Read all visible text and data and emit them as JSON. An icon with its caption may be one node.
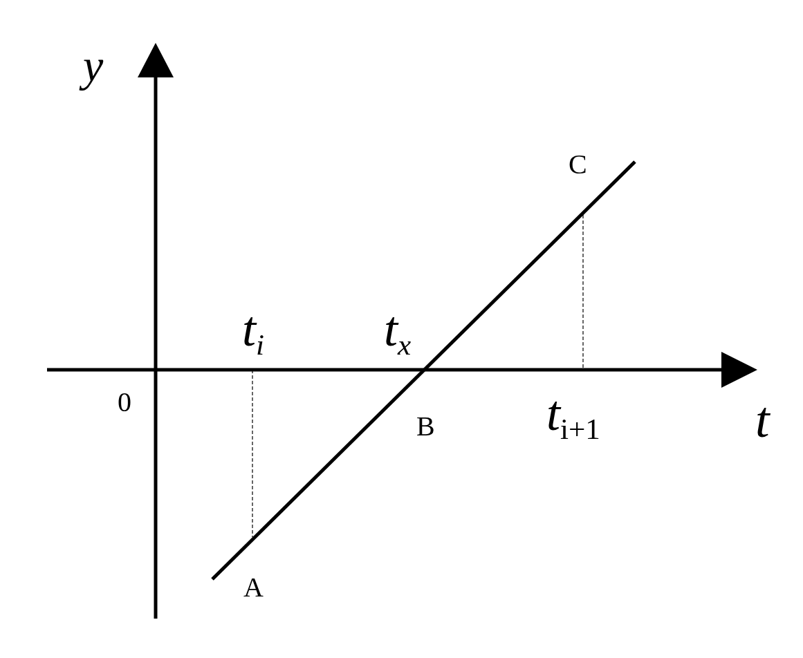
{
  "diagram": {
    "labels": [
      "y",
      "C",
      "*t*$_{i}$",
      "*t*$_{x}$",
      "0",
      "B",
      "*t*$_{i+1}$",
      "t",
      "A"
    ]
  }
}
